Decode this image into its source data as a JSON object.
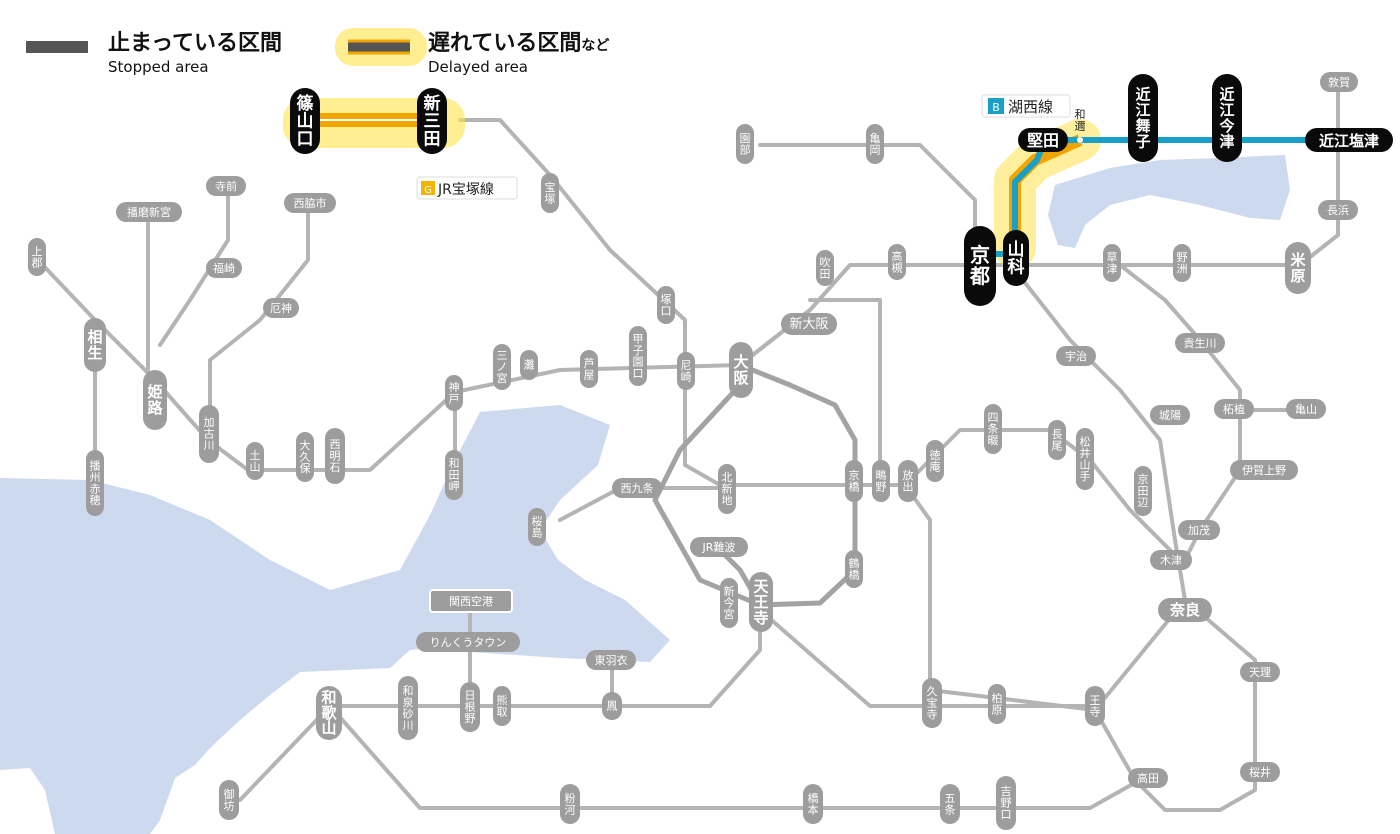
{
  "legend": {
    "stopped_ja": "止まっている区間",
    "stopped_en": "Stopped area",
    "delayed_ja": "遅れている区間",
    "delayed_suffix": "など",
    "delayed_en": "Delayed area",
    "stopped_color": "#555555",
    "delayed_color": "#f2b400"
  },
  "colors": {
    "water": "#ccd9ee",
    "line_gray": "#b4b4b4",
    "loop_gray": "#a3a3a3",
    "label_bg": "#9d9d9d",
    "stopped_bg": "#0a0a0a",
    "delay_glow": "#ffe24a",
    "delay_line": "#f0a500",
    "kosei_blue": "#1aa0c8"
  },
  "lines": {
    "kosei": {
      "badge": "B",
      "name": "湖西線",
      "color": "#1aa0c8"
    },
    "takarazuka": {
      "badge": "G",
      "name": "JR宝塚線",
      "color": "#f2b400"
    }
  },
  "stations": {
    "sasayamaguchi": "篠山口",
    "shinsanda": "新三田",
    "katata": "堅田",
    "wani": "和邇",
    "omimaiko": "近江舞子",
    "omiimazu": "近江今津",
    "omishiotsu": "近江塩津",
    "kyoto": "京都",
    "yamashina": "山科",
    "tsuruga": "敦賀",
    "sonobe": "園部",
    "kameoka": "亀岡",
    "takarazuka": "宝塚",
    "nagahama": "長浜",
    "maibara": "米原",
    "kusatsu": "草津",
    "yasu": "野洲",
    "suita": "吹田",
    "takatsuki": "高槻",
    "teramae": "寺前",
    "harimashinguu": "播磨新宮",
    "nishiwakishi": "西脇市",
    "kamigori": "上郡",
    "fukusaki": "福崎",
    "yakujin": "厄神",
    "tsukaguchi": "塚口",
    "shinosaka": "新大阪",
    "aioi": "相生",
    "himeji": "姫路",
    "kakogawa": "加古川",
    "sannomiya": "三ノ宮",
    "nada": "灘",
    "ashiya": "芦屋",
    "koshienguchi": "甲子園口",
    "amagasaki": "尼崎",
    "osaka": "大阪",
    "uji": "宇治",
    "kibukawa": "貴生川",
    "kobe": "神戸",
    "tsuge": "柘植",
    "kameyama": "亀山",
    "joyo": "城陽",
    "shijonawate": "四条畷",
    "nagao": "長尾",
    "matsuiyamate": "松井山手",
    "kyotanabe": "京田辺",
    "tokuan": "徳庵",
    "hanaten": "放出",
    "shigino": "鴫野",
    "kyobashi": "京橋",
    "doi": "土山",
    "okubo": "大久保",
    "nishiakashi": "西明石",
    "wadamisaki": "和田岬",
    "iga_ueno": "伊賀上野",
    "banshuako": "播州赤穂",
    "nishikujo": "西九条",
    "kitashinchi": "北新地",
    "sakurajima": "桜島",
    "kamo": "加茂",
    "kizu": "木津",
    "jrnamba": "JR難波",
    "tsuruhashi": "鶴橋",
    "nara": "奈良",
    "shinimamiya": "新今宮",
    "tennoji": "天王寺",
    "kansaiairport": "関西空港",
    "rinkutown": "りんくうタウン",
    "higashihagoromo": "東羽衣",
    "tenri": "天理",
    "wakayama": "和歌山",
    "izumisunagawa": "和泉砂川",
    "hineno": "日根野",
    "kumatori": "熊取",
    "otori": "鳳",
    "kyuhoji": "久宝寺",
    "kashiwara": "柏原",
    "oji": "王寺",
    "takada": "高田",
    "sakurai": "桜井",
    "gobo": "御坊",
    "kokawa": "粉河",
    "hashimoto": "橋本",
    "gojo": "五条",
    "yoshinoguchi": "吉野口"
  }
}
